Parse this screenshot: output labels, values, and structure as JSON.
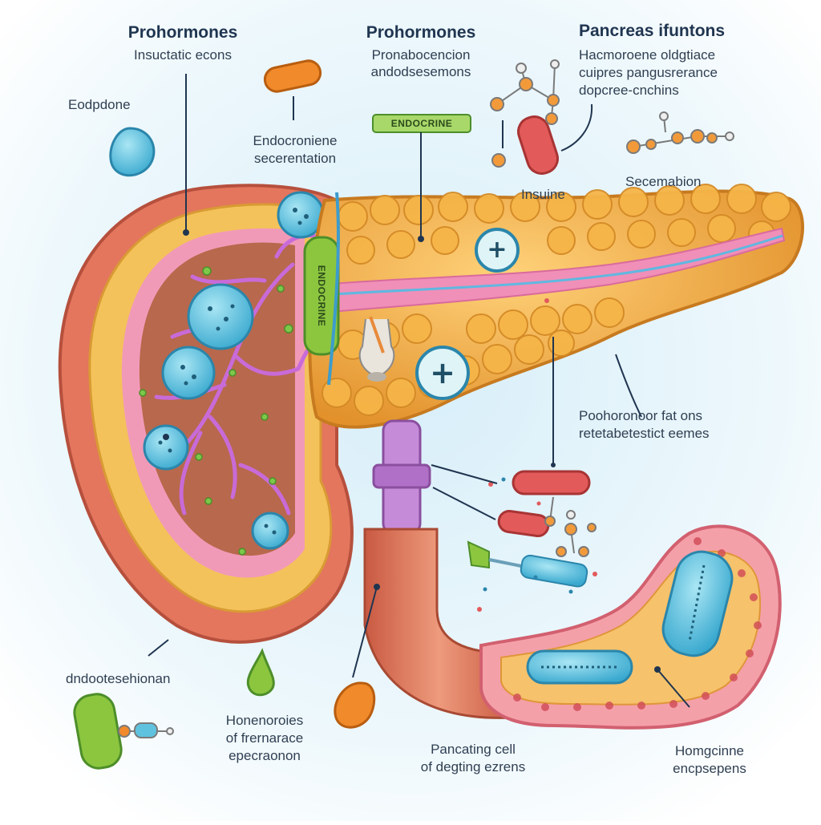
{
  "labels": {
    "top_left_title": "Prohormones",
    "top_left_sub": "Insuctatic econs",
    "top_center_title": "Prohormones",
    "top_center_sub1": "Pronabocencion",
    "top_center_sub2": "andodsesemons",
    "top_right_title": "Pancreas ifuntons",
    "top_right_sub1": "Hacmoroene oldgtiace",
    "top_right_sub2": "cuipres pangusrerance",
    "top_right_sub3": "dopcree-cnchins",
    "left_top": "Eodpdone",
    "endocrine_1": "Endocroniene",
    "endocrine_2": "secerentation",
    "insulin": "Insuine",
    "secretion": "Secemabion",
    "mid_right_1": "Poohoronoor fat ons",
    "mid_right_2": "retetabetestict eemes",
    "bottom_left": "dndootesehionan",
    "bottom_left_center_1": "Honenoroies",
    "bottom_left_center_2": "of frernarace",
    "bottom_left_center_3": "epecraonon",
    "bottom_center_1": "Pancating cell",
    "bottom_center_2": "of degting ezrens",
    "bottom_right_1": "Homgcinne",
    "bottom_right_2": "encpsepens"
  },
  "tags": {
    "top_bar": "ENDOCRINE",
    "duct_band": "ENDOCRINE"
  },
  "symbols": {
    "plus_upper": "+",
    "plus_lower": "+"
  },
  "colors": {
    "background": "#e7f4fb",
    "tissue_red": "#e07a5f",
    "tissue_orange": "#f0a63a",
    "cell_blue": "#5fc3df",
    "duct_pink": "#f08fb8",
    "vein_purple": "#c86bd8",
    "hormone_green": "#8cc63f"
  }
}
